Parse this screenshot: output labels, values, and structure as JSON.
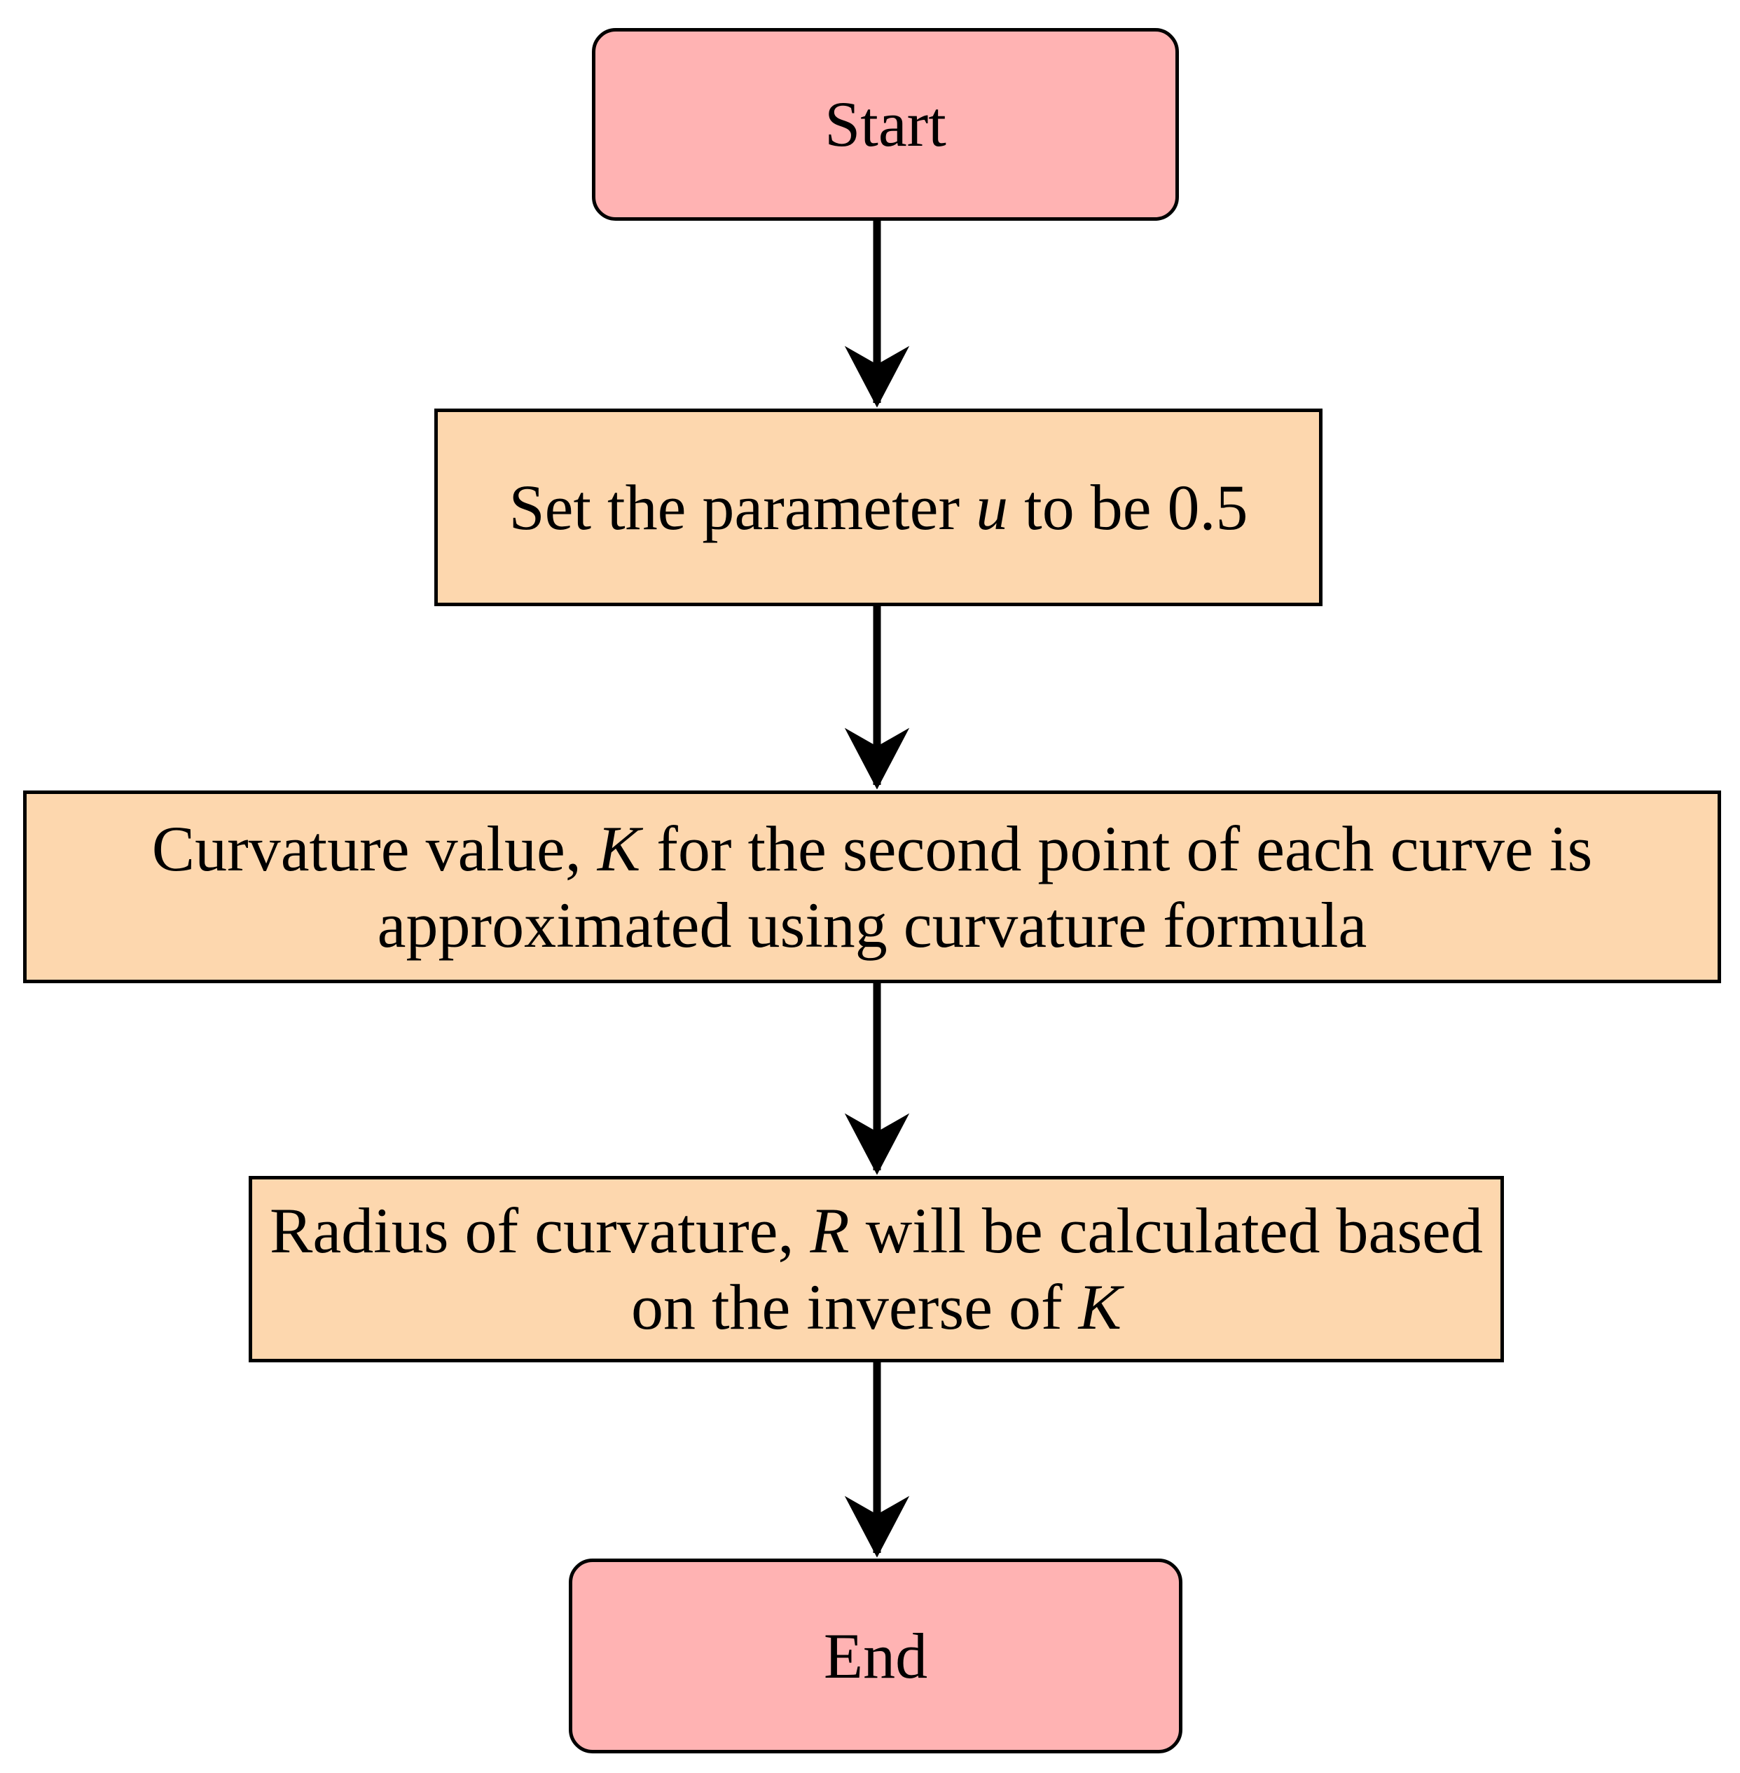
{
  "diagram": {
    "title": "Curvature and radius of curvature computation flowchart",
    "type": "flowchart",
    "orientation": "top-to-bottom",
    "colors": {
      "terminal_fill": "#FFB3B3",
      "process_fill": "#FDD7AE",
      "stroke": "#000000",
      "background": "#FFFFFF",
      "text": "#000000"
    },
    "nodes": [
      {
        "id": "start",
        "shape": "rounded-rectangle",
        "role": "terminal",
        "label": "Start",
        "label_html": "Start"
      },
      {
        "id": "set-parameter",
        "shape": "rectangle",
        "role": "process",
        "label": "Set the parameter u to be 0.5",
        "label_html": "Set the parameter <i>u</i> to be 0.5"
      },
      {
        "id": "curvature",
        "shape": "rectangle",
        "role": "process",
        "label": "Curvature value, K for the second point of each curve is approximated using curvature formula",
        "label_html": "Curvature value, <i>K</i> for the second point of each curve is approximated using curvature formula"
      },
      {
        "id": "radius",
        "shape": "rectangle",
        "role": "process",
        "label": "Radius of curvature, R will be calculated based on the inverse of K",
        "label_html": "Radius of curvature, <i>R</i> will be calculated based on the inverse of <i>K</i>"
      },
      {
        "id": "end",
        "shape": "rounded-rectangle",
        "role": "terminal",
        "label": "End",
        "label_html": "End"
      }
    ],
    "edges": [
      {
        "id": "edge-start-to-set-parameter",
        "from": "start",
        "to": "set-parameter",
        "label": "",
        "arrow": "single"
      },
      {
        "id": "edge-set-parameter-to-curvature",
        "from": "set-parameter",
        "to": "curvature",
        "label": "",
        "arrow": "single"
      },
      {
        "id": "edge-curvature-to-radius",
        "from": "curvature",
        "to": "radius",
        "label": "",
        "arrow": "single"
      },
      {
        "id": "edge-radius-to-end",
        "from": "radius",
        "to": "end",
        "label": "",
        "arrow": "single"
      }
    ]
  }
}
